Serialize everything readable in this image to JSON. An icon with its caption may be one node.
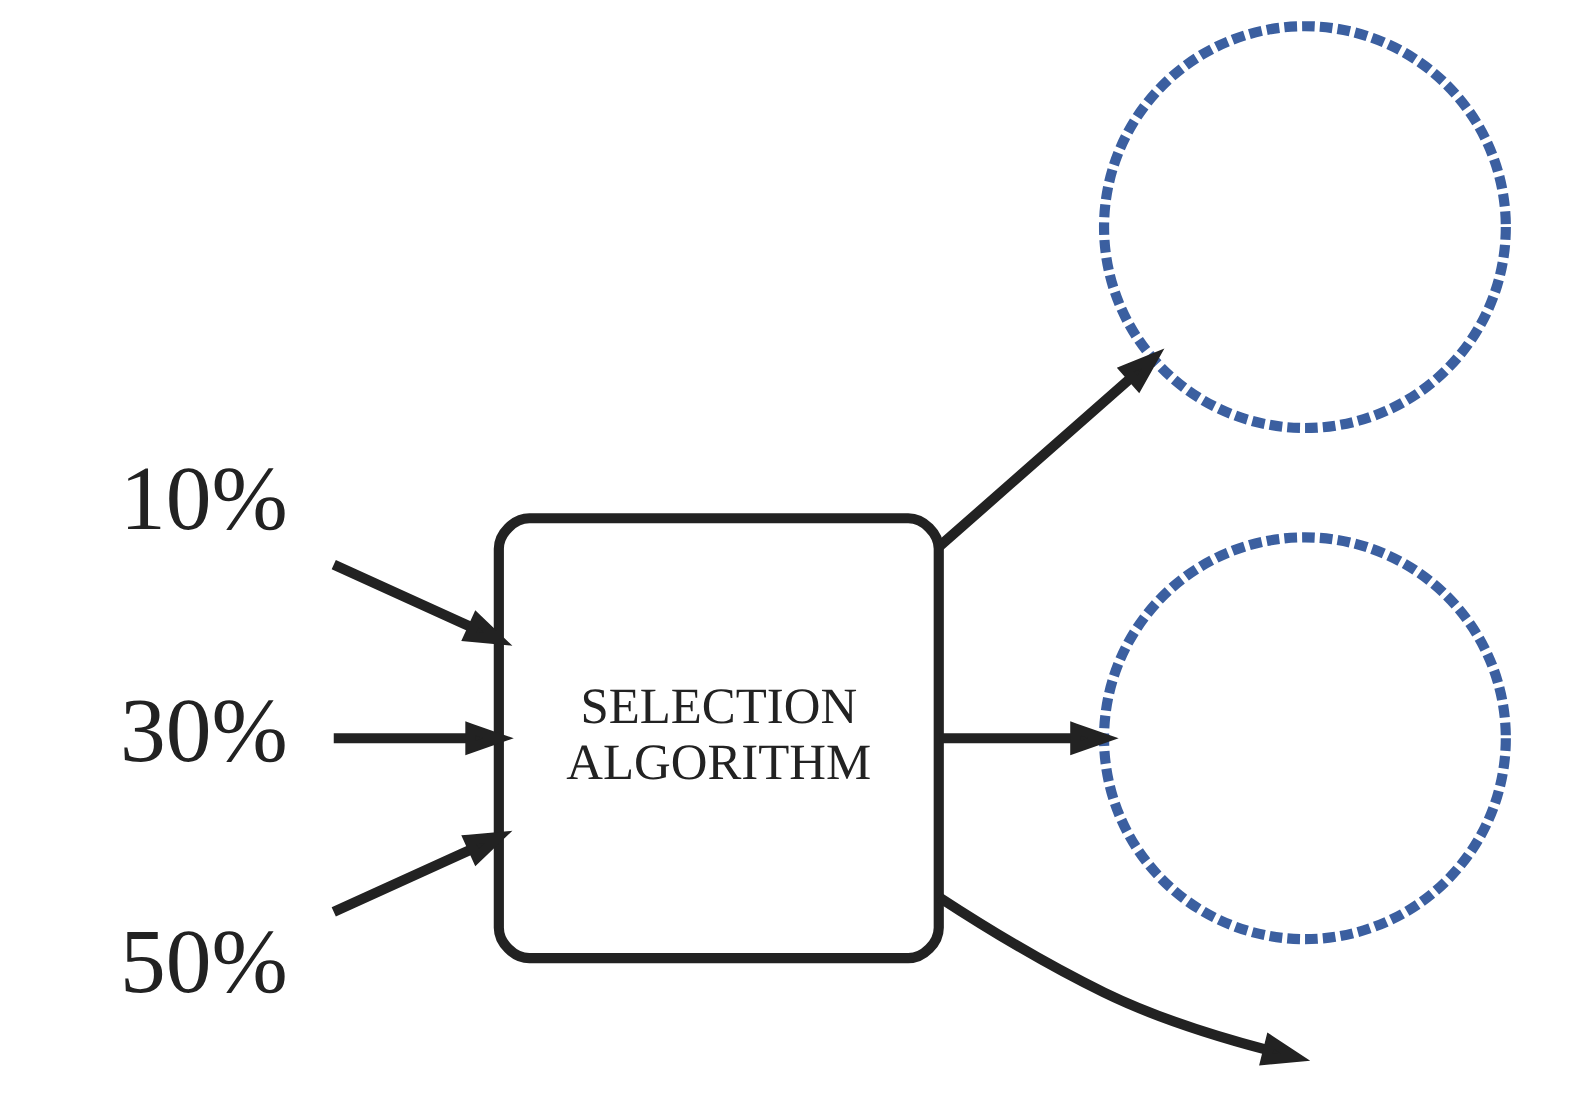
{
  "diagram": {
    "nodes": [
      {
        "text": [
          "10%"
        ]
      },
      {
        "text": [
          "30%"
        ]
      },
      {
        "text": [
          "50%"
        ]
      },
      {
        "text": [
          "SELECTION ALGORITHM"
        ]
      },
      {
        "text": [],
        "shape": "circle"
      },
      {
        "text": [],
        "shape": "circle"
      }
    ],
    "edges": [
      {
        "from": 0,
        "to": 3,
        "arrow": "to"
      },
      {
        "from": 1,
        "to": 3,
        "arrow": "to"
      },
      {
        "from": 2,
        "to": 3,
        "arrow": "to"
      },
      {
        "from": 3,
        "to": 4,
        "arrow": "to"
      },
      {
        "from": 3,
        "to": null,
        "arrow": "to"
      },
      {
        "from": 3,
        "to": 5,
        "arrow": "to"
      }
    ]
  }
}
